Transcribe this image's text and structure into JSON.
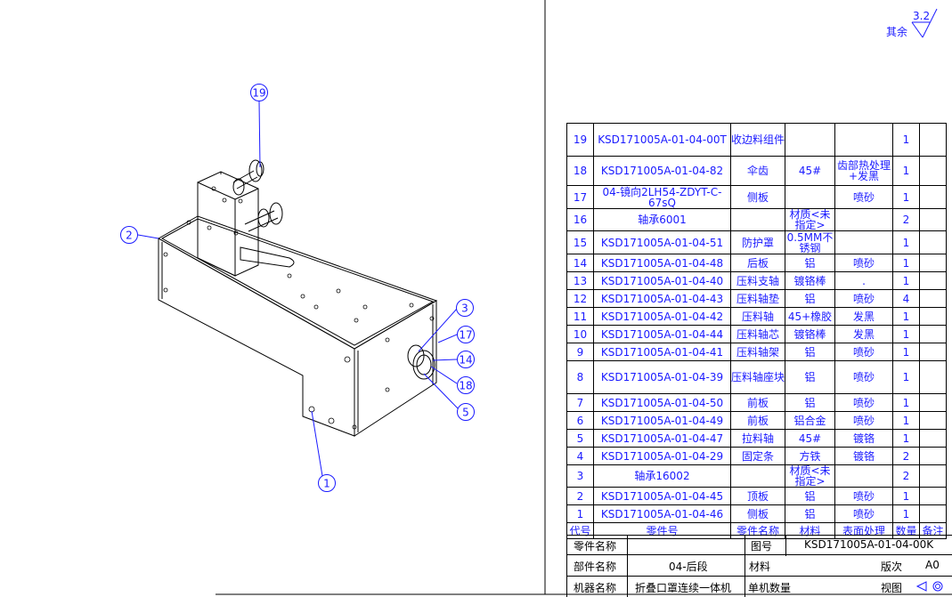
{
  "roughness": {
    "value": "3.2",
    "label": "其余"
  },
  "balloons": [
    "19",
    "2",
    "3",
    "17",
    "14",
    "18",
    "5",
    "1"
  ],
  "bom": {
    "rows": [
      {
        "no": "19",
        "part_no": "KSD171005A-01-04-00T",
        "name": "收边料组件",
        "material": "",
        "surface": "",
        "qty": "1",
        "note": ""
      },
      {
        "no": "18",
        "part_no": "KSD171005A-01-04-82",
        "name": "伞齿",
        "material": "45#",
        "surface": "齿部热处理+发黑",
        "qty": "1",
        "note": ""
      },
      {
        "no": "17",
        "part_no": "04-镜向2LH54-ZDYT-C-67sQ",
        "name": "侧板",
        "material": "",
        "surface": "喷砂",
        "qty": "1",
        "note": ""
      },
      {
        "no": "16",
        "part_no": "轴承6001",
        "name": "",
        "material": "材质<未指定>",
        "surface": "",
        "qty": "2",
        "note": ""
      },
      {
        "no": "15",
        "part_no": "KSD171005A-01-04-51",
        "name": "防护罩",
        "material": "0.5MM不锈钢",
        "surface": "",
        "qty": "1",
        "note": ""
      },
      {
        "no": "14",
        "part_no": "KSD171005A-01-04-48",
        "name": "后板",
        "material": "铝",
        "surface": "喷砂",
        "qty": "1",
        "note": ""
      },
      {
        "no": "13",
        "part_no": "KSD171005A-01-04-40",
        "name": "压料支轴",
        "material": "镀铬棒",
        "surface": ".",
        "qty": "1",
        "note": ""
      },
      {
        "no": "12",
        "part_no": "KSD171005A-01-04-43",
        "name": "压料轴垫",
        "material": "铝",
        "surface": "喷砂",
        "qty": "4",
        "note": ""
      },
      {
        "no": "11",
        "part_no": "KSD171005A-01-04-42",
        "name": "压料轴",
        "material": "45+橡胶",
        "surface": "发黑",
        "qty": "1",
        "note": ""
      },
      {
        "no": "10",
        "part_no": "KSD171005A-01-04-44",
        "name": "压料轴芯",
        "material": "镀铬棒",
        "surface": "发黑",
        "qty": "1",
        "note": ""
      },
      {
        "no": "9",
        "part_no": "KSD171005A-01-04-41",
        "name": "压料轴架",
        "material": "铝",
        "surface": "喷砂",
        "qty": "1",
        "note": ""
      },
      {
        "no": "8",
        "part_no": "KSD171005A-01-04-39",
        "name": "压料轴座块",
        "material": "铝",
        "surface": "喷砂",
        "qty": "1",
        "note": ""
      },
      {
        "no": "7",
        "part_no": "KSD171005A-01-04-50",
        "name": "前板",
        "material": "铝",
        "surface": "喷砂",
        "qty": "1",
        "note": ""
      },
      {
        "no": "6",
        "part_no": "KSD171005A-01-04-49",
        "name": "前板",
        "material": "铝合金",
        "surface": "喷砂",
        "qty": "1",
        "note": ""
      },
      {
        "no": "5",
        "part_no": "KSD171005A-01-04-47",
        "name": "拉料轴",
        "material": "45#",
        "surface": "镀铬",
        "qty": "1",
        "note": ""
      },
      {
        "no": "4",
        "part_no": "KSD171005A-01-04-29",
        "name": "固定条",
        "material": "方铁",
        "surface": "镀铬",
        "qty": "2",
        "note": ""
      },
      {
        "no": "3",
        "part_no": "轴承16002",
        "name": "",
        "material": "材质<未指定>",
        "surface": "",
        "qty": "2",
        "note": ""
      },
      {
        "no": "2",
        "part_no": "KSD171005A-01-04-45",
        "name": "顶板",
        "material": "铝",
        "surface": "喷砂",
        "qty": "1",
        "note": ""
      },
      {
        "no": "1",
        "part_no": "KSD171005A-01-04-46",
        "name": "侧板",
        "material": "铝",
        "surface": "喷砂",
        "qty": "1",
        "note": ""
      }
    ],
    "header": {
      "no": "代号",
      "part_no": "零件号",
      "name": "零件名称",
      "material": "材料",
      "surface": "表面处理",
      "qty": "数量",
      "note": "备注"
    }
  },
  "title_block": {
    "part_name_label": "零件名称",
    "drawing_no_label": "图号",
    "drawing_no": "KSD171005A-01-04-00K",
    "assembly_label": "部件名称",
    "assembly": "04-后段",
    "material_label": "材料",
    "revision_label": "版次",
    "revision": "A0",
    "machine_label": "机器名称",
    "machine": "折叠口罩连续一体机",
    "qty_label": "单机数量",
    "view_label": "视图"
  }
}
